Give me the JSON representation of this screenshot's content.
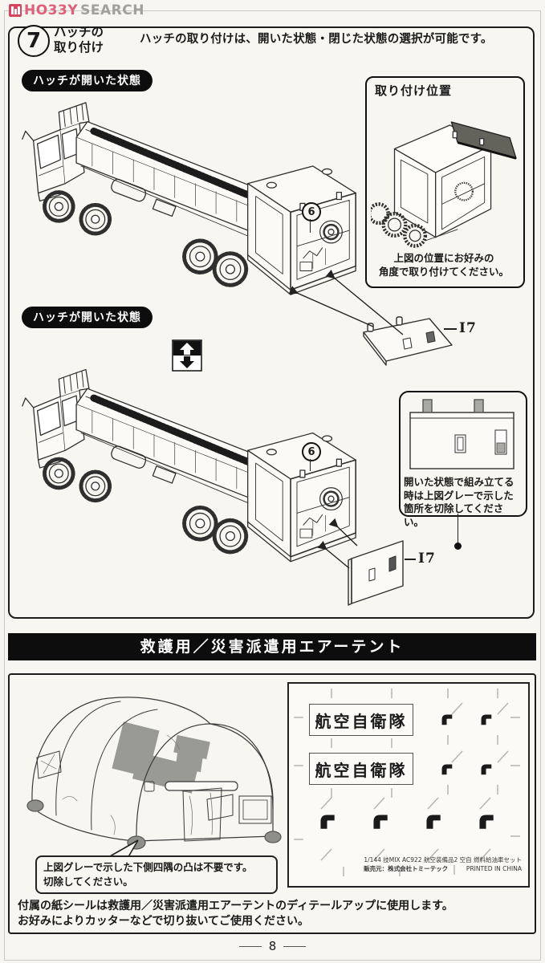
{
  "watermark": {
    "brand_a": "HO33Y",
    "brand_b": "SEARCH"
  },
  "step": {
    "number": "7",
    "title_line1": "ハッチの",
    "title_line2": "取り付け",
    "intro": "ハッチの取り付けは、開いた状態・閉じた状態の選択が可能です。",
    "state_label_top": "ハッチが開いた状態",
    "state_label_bottom": "ハッチが開いた状態",
    "part_box_number": "6",
    "part_hatch": "I7",
    "position_box_title": "取り付け位置",
    "position_caption_line1": "上図の位置にお好みの",
    "position_caption_line2": "角度で取り付けてください。",
    "cut_note_line1": "開いた状態で組み立てる",
    "cut_note_line2": "時は上図グレーで示した",
    "cut_note_line3": "箇所を切除してください。"
  },
  "tent_section": {
    "header": "救護用／災害派遣用エアーテント",
    "bubble_line1": "上図グレーで示した下側四隅の凸は不要です。",
    "bubble_line2": "切除してください。",
    "sticker_label": "航空自衛隊",
    "sticker_footer_line1": "1/144 技MIX AC922 航空装備品2 空自 燃料給油車セット",
    "sticker_footer_maker": "販売元：株式会社トミーテック",
    "sticker_footer_printed": "PRINTED IN CHINA",
    "note_line1": "付属の紙シールは救護用／災害派遣用エアーテントのディテールアップに使用します。",
    "note_line2": "お好みによりカッターなどで切り抜いてご使用ください。"
  },
  "page_number": "8",
  "colors": {
    "accent_pink": "#e0607a",
    "label_black": "#0d0d0d",
    "gray_fill": "#9a9a94"
  }
}
